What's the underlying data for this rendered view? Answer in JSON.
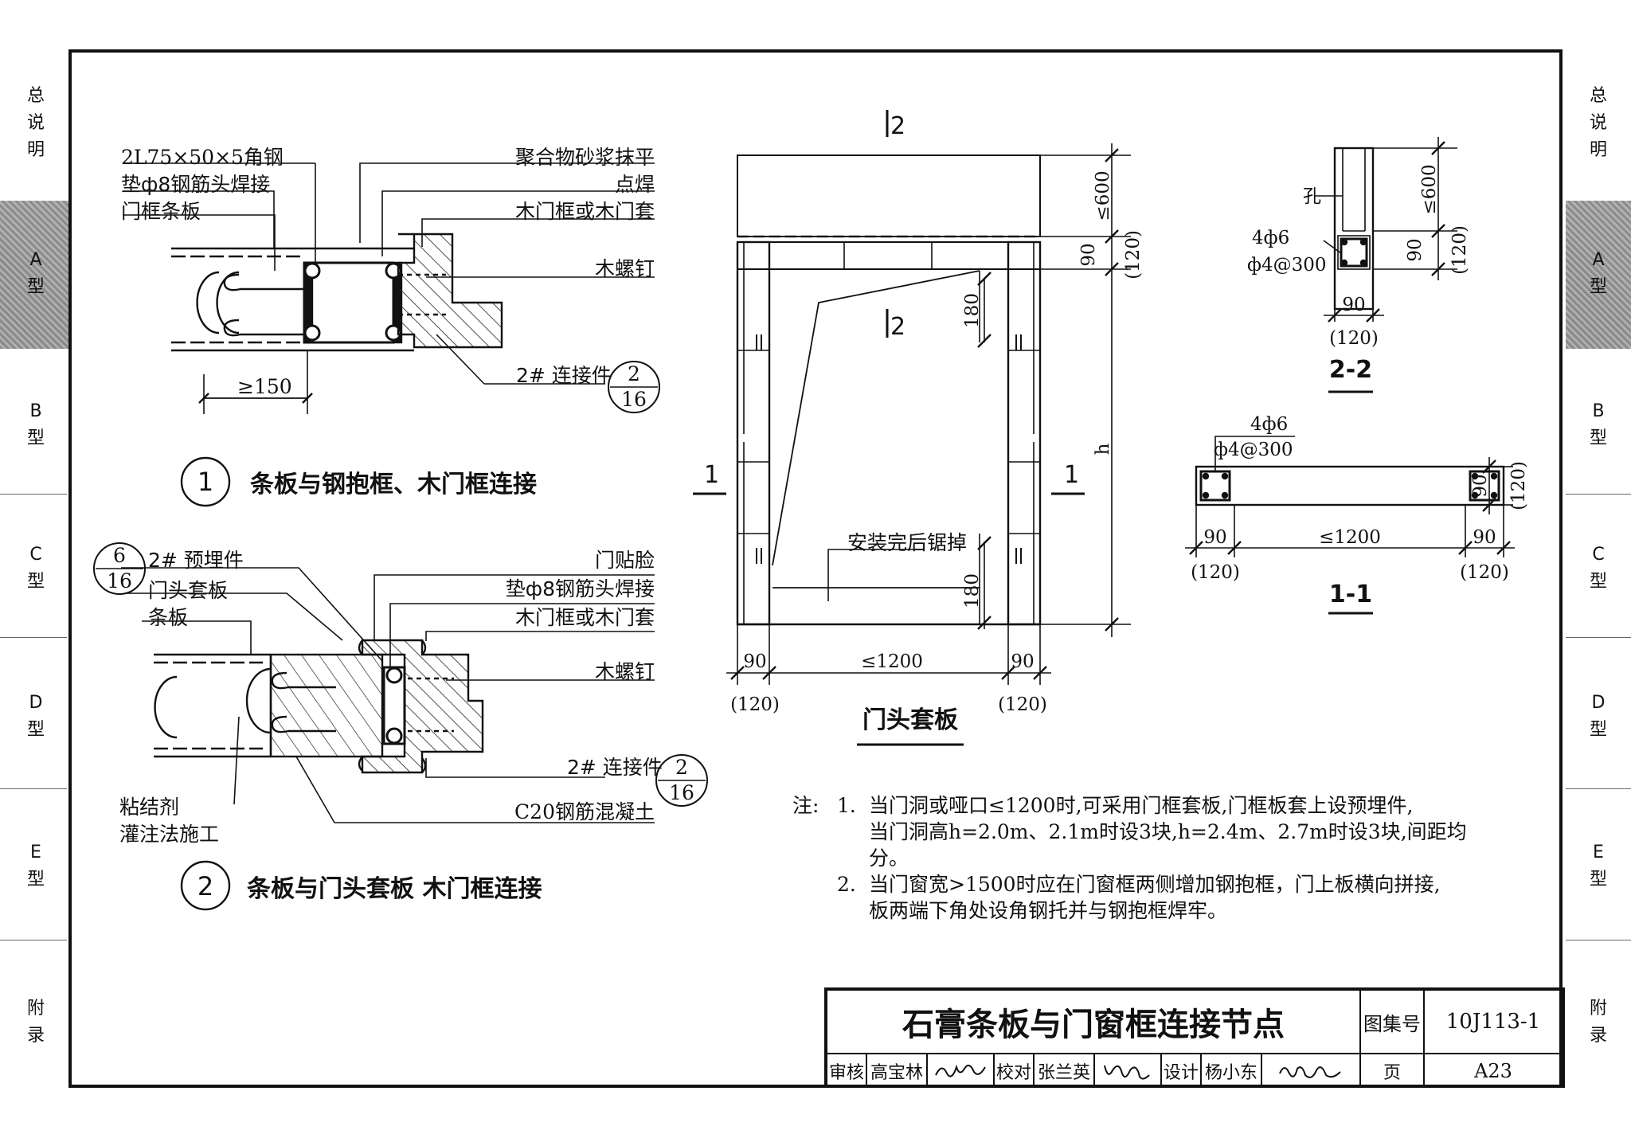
{
  "sidebar_left": [
    {
      "label": "总说明",
      "chars": [
        "总",
        "说",
        "明"
      ]
    },
    {
      "label": "A型",
      "chars": [
        "A",
        "型"
      ],
      "active": true
    },
    {
      "label": "B型",
      "chars": [
        "B",
        "型"
      ]
    },
    {
      "label": "C型",
      "chars": [
        "C",
        "型"
      ]
    },
    {
      "label": "D型",
      "chars": [
        "D",
        "型"
      ]
    },
    {
      "label": "E型",
      "chars": [
        "E",
        "型"
      ]
    },
    {
      "label": "附录",
      "chars": [
        "附",
        "录"
      ]
    }
  ],
  "detail1": {
    "labels_left": [
      "2L75×50×5角钢",
      "垫ф8钢筋头焊接",
      "门框条板"
    ],
    "labels_right": [
      "聚合物砂浆抹平",
      "点焊",
      "木门框或木门套",
      "木螺钉"
    ],
    "dim": "≥150",
    "connector": "2# 连接件",
    "ref_top": "2",
    "ref_bottom": "16",
    "num": "1",
    "title": "条板与钢抱框、木门框连接"
  },
  "detail2": {
    "embed_label": "2# 预埋件",
    "ref_top": "6",
    "ref_bottom": "16",
    "labels_left": [
      "门头套板",
      "条板"
    ],
    "labels_right": [
      "门贴脸",
      "垫ф8钢筋头焊接",
      "木门框或木门套",
      "木螺钉"
    ],
    "connector": "2# 连接件",
    "ref2_top": "2",
    "ref2_bottom": "16",
    "bottom_left": [
      "粘结剂",
      "灌注法施工"
    ],
    "bottom_right": "C20钢筋混凝土",
    "num": "2",
    "title": "条板与门头套板 木门框连接"
  },
  "elevation": {
    "section_mark_2": "2",
    "section_mark_1": "1",
    "dims_right": [
      "≤600",
      "90",
      "(120)",
      "h"
    ],
    "dims_inner": [
      "180",
      "180"
    ],
    "dims_bottom": [
      "90",
      "(120)",
      "≤1200",
      "90",
      "(120)"
    ],
    "saw_note": "安装完后锯掉",
    "title": "门头套板"
  },
  "section22": {
    "hole_label": "孔",
    "rebar": "4ф6",
    "stirrup": "ф4@300",
    "dims": [
      "≤600",
      "90",
      "(120)",
      "90",
      "(120)"
    ],
    "title": "2-2"
  },
  "section11": {
    "rebar": "4ф6",
    "stirrup": "ф4@300",
    "dims": [
      "90",
      "(120)",
      "90",
      "(120)",
      "≤1200",
      "90",
      "(120)"
    ],
    "title": "1-1"
  },
  "notes": {
    "label": "注:",
    "items": [
      {
        "num": "1.",
        "lines": [
          "当门洞或哑口≤1200时,可采用门框套板,门框板套上设预埋件,",
          "当门洞高h=2.0m、2.1m时设3块,h=2.4m、2.7m时设3块,间距均",
          "分。"
        ]
      },
      {
        "num": "2.",
        "lines": [
          "当门窗宽>1500时应在门窗框两侧增加钢抱框，门上板横向拼接,",
          "板两端下角处设角钢托并与钢抱框焊牢。"
        ]
      }
    ]
  },
  "title_block": {
    "drawing_title": "石膏条板与门窗框连接节点",
    "atlas_label": "图集号",
    "atlas_no": "10J113-1",
    "review_label": "审核",
    "reviewer": "高宝林",
    "check_label": "校对",
    "checker": "张兰英",
    "design_label": "设计",
    "designer": "杨小东",
    "page_label": "页",
    "page_no": "A23"
  }
}
